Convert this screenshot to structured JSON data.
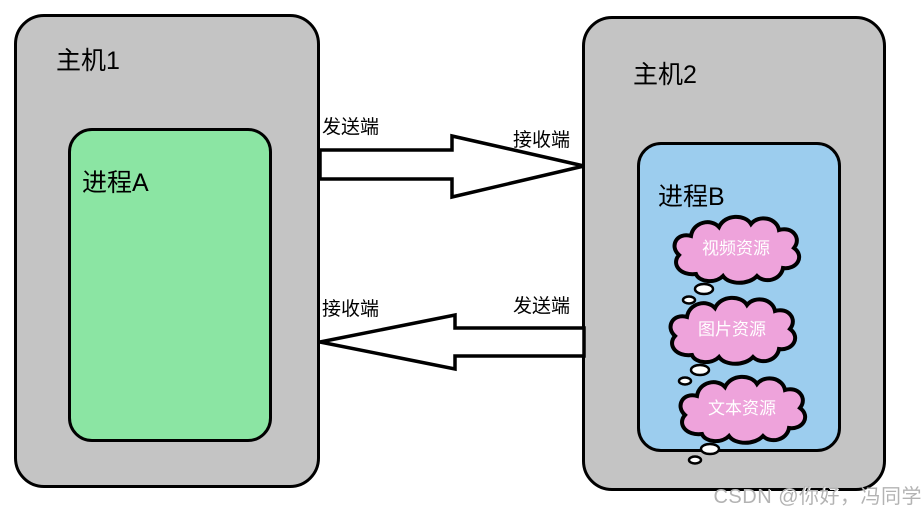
{
  "diagram": {
    "host1": {
      "label": "主机1",
      "process": {
        "label": "进程A"
      }
    },
    "host2": {
      "label": "主机2",
      "process": {
        "label": "进程B",
        "resources": [
          {
            "label": "视频资源"
          },
          {
            "label": "图片资源"
          },
          {
            "label": "文本资源"
          }
        ]
      }
    },
    "channels": {
      "top": {
        "sender_label": "发送端",
        "receiver_label": "接收端",
        "direction": "left-to-right"
      },
      "bottom": {
        "sender_label": "发送端",
        "receiver_label": "接收端",
        "direction": "right-to-left"
      }
    },
    "watermark": "CSDN @你好，冯同学",
    "colors": {
      "background": "#FFFFFF",
      "host_fill": "#C4C4C4",
      "process_a_fill": "#8BE5A3",
      "process_b_fill": "#9CCDEE",
      "cloud_fill": "#EEA3DB",
      "cloud_text": "#FFFFFF",
      "arrow_fill": "#FFFFFF",
      "outline": "#000000",
      "watermark_color": "#B3B3B3"
    }
  }
}
